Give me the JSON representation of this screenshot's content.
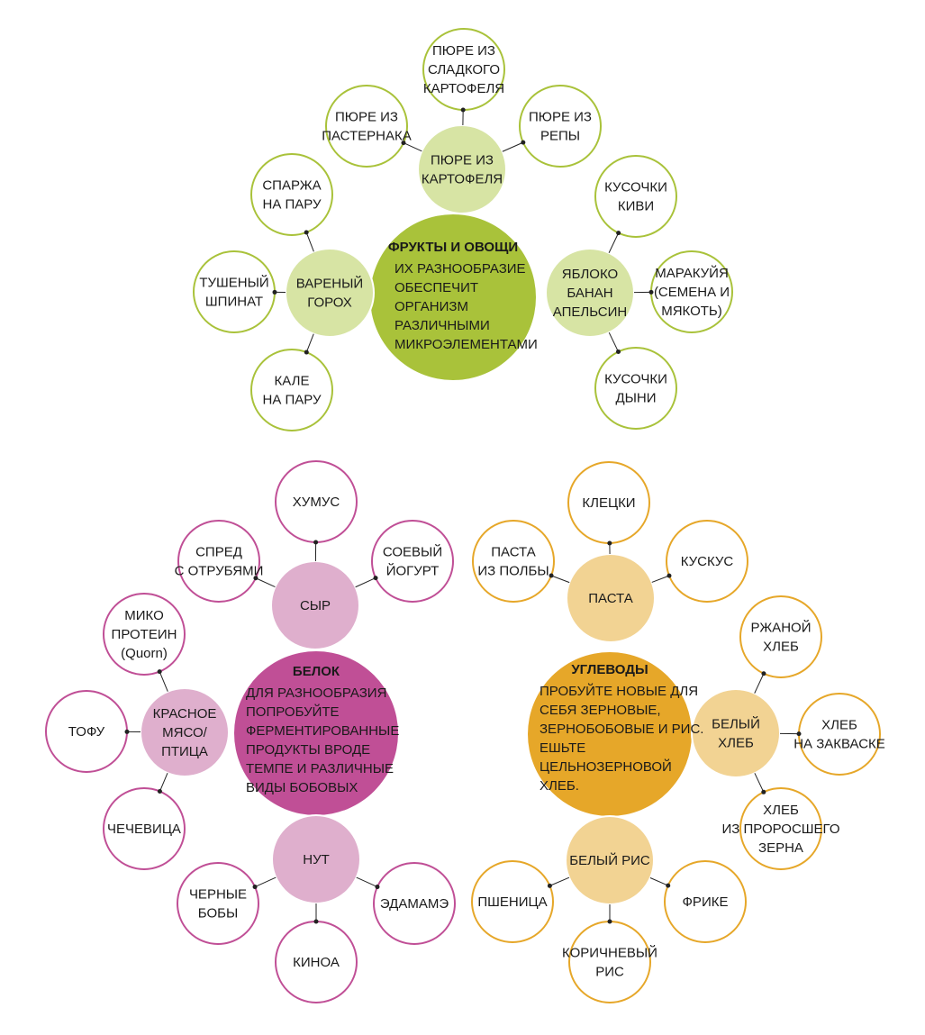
{
  "colors": {
    "green": "#a9c23a",
    "green_mid": "#d7e4a4",
    "green_ring": "#a9c23a",
    "pink": "#c04f96",
    "pink_mid": "#dfafcd",
    "pink_ring": "#c04f96",
    "orange": "#e6a729",
    "orange_mid": "#f2d393",
    "orange_ring": "#e6a729",
    "connector": "#222222"
  },
  "groups": {
    "fruits": {
      "title": "ФРУКТЫ И ОВОЩИ",
      "desc": [
        "ИХ РАЗНООБРАЗИЕ",
        "ОБЕСПЕЧИТ",
        "ОРГАНИЗМ",
        "РАЗЛИЧНЫМИ",
        "МИКРОЭЛЕМЕНТАМИ"
      ],
      "subs": {
        "potato": {
          "label": [
            "ПЮРЕ ИЗ",
            "КАРТОФЕЛЯ"
          ],
          "leaves": {
            "sweet": [
              "ПЮРЕ ИЗ",
              "СЛАДКОГО",
              "КАРТОФЕЛЯ"
            ],
            "parsnip": [
              "ПЮРЕ ИЗ",
              "ПАСТЕРНАКА"
            ],
            "turnip": [
              "ПЮРЕ ИЗ",
              "РЕПЫ"
            ]
          }
        },
        "peas": {
          "label": [
            "ВАРЕНЫЙ",
            "ГОРОХ"
          ],
          "leaves": {
            "asparagus": [
              "СПАРЖА",
              "НА ПАРУ"
            ],
            "spinach": [
              "ТУШЕНЫЙ",
              "ШПИНАТ"
            ],
            "kale": [
              "КАЛЕ",
              "НА ПАРУ"
            ]
          }
        },
        "fruit": {
          "label": [
            "ЯБЛОКО",
            "БАНАН",
            "АПЕЛЬСИН"
          ],
          "leaves": {
            "kiwi": [
              "КУСОЧКИ",
              "КИВИ"
            ],
            "passion": [
              "МАРАКУЙЯ",
              "(СЕМЕНА И",
              "МЯКОТЬ)"
            ],
            "melon": [
              "КУСОЧКИ",
              "ДЫНИ"
            ]
          }
        }
      }
    },
    "protein": {
      "title": "БЕЛОК",
      "desc": [
        "ДЛЯ РАЗНООБРАЗИЯ",
        "ПОПРОБУЙТЕ",
        "ФЕРМЕНТИРОВАННЫЕ",
        "ПРОДУКТЫ ВРОДЕ",
        "ТЕМПЕ И РАЗЛИЧНЫЕ",
        "ВИДЫ БОБОВЫХ"
      ],
      "subs": {
        "cheese": {
          "label": [
            "СЫР"
          ],
          "leaves": {
            "hummus": [
              "ХУМУС"
            ],
            "spread": [
              "СПРЕД",
              "С ОТРУБЯМИ"
            ],
            "soy": [
              "СОЕВЫЙ",
              "ЙОГУРТ"
            ]
          }
        },
        "meat": {
          "label": [
            "КРАСНОЕ",
            "МЯСО/",
            "ПТИЦА"
          ],
          "leaves": {
            "myco": [
              "МИКО",
              "ПРОТЕИН",
              "(Quorn)"
            ],
            "tofu": [
              "ТОФУ"
            ],
            "lentil": [
              "ЧЕЧЕВИЦА"
            ]
          }
        },
        "chickpea": {
          "label": [
            "НУТ"
          ],
          "leaves": {
            "blackbeans": [
              "ЧЕРНЫЕ",
              "БОБЫ"
            ],
            "edamame": [
              "ЭДАМАМЭ"
            ],
            "quinoa": [
              "КИНОА"
            ]
          }
        }
      }
    },
    "carbs": {
      "title": "УГЛЕВОДЫ",
      "desc": [
        "ПРОБУЙТЕ НОВЫЕ ДЛЯ",
        "СЕБЯ ЗЕРНОВЫЕ,",
        "ЗЕРНОБОБОВЫЕ И РИС.",
        "ЕШЬТЕ",
        "ЦЕЛЬНОЗЕРНОВОЙ",
        "ХЛЕБ."
      ],
      "subs": {
        "pasta": {
          "label": [
            "ПАСТА"
          ],
          "leaves": {
            "dumplings": [
              "КЛЕЦКИ"
            ],
            "spelt": [
              "ПАСТА",
              "ИЗ ПОЛБЫ"
            ],
            "couscous": [
              "КУСКУС"
            ]
          }
        },
        "bread": {
          "label": [
            "БЕЛЫЙ",
            "ХЛЕБ"
          ],
          "leaves": {
            "rye": [
              "РЖАНОЙ",
              "ХЛЕБ"
            ],
            "sourdough": [
              "ХЛЕБ",
              "НА ЗАКВАСКЕ"
            ],
            "sprouted": [
              "ХЛЕБ",
              "ИЗ ПРОРОСШЕГО",
              "ЗЕРНА"
            ]
          }
        },
        "rice": {
          "label": [
            "БЕЛЫЙ РИС"
          ],
          "leaves": {
            "wheat": [
              "ПШЕНИЦА"
            ],
            "freekeh": [
              "ФРИКЕ"
            ],
            "brown": [
              "КОРИЧНЕВЫЙ",
              "РИС"
            ]
          }
        }
      }
    }
  }
}
